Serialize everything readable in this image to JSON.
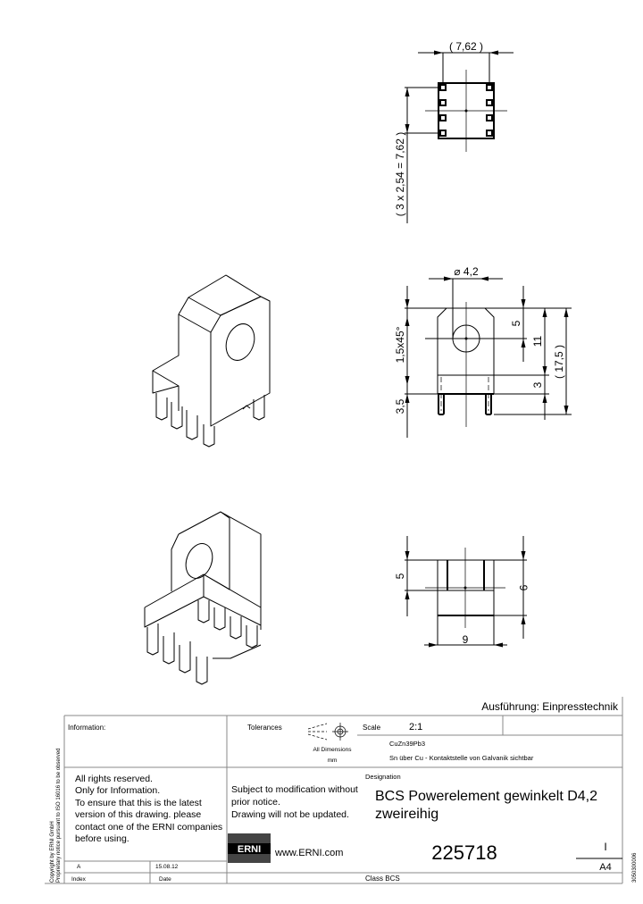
{
  "drawing": {
    "dimensions": {
      "top_width": "( 7,62 )",
      "top_pitch": "( 3 x 2,54 = 7,62 )",
      "hole_diameter": "⌀ 4,2",
      "chamfer": "1,5x45°",
      "pin_length": "3,5",
      "hole_height": "5",
      "body_height": "11",
      "lower_height": "3",
      "overall_height": "( 17,5 )",
      "bottom_depth": "5",
      "bottom_width": "9",
      "bottom_length": "9"
    }
  },
  "title_block": {
    "execution": "Ausführung: Einpresstechnik",
    "information_label": "Information:",
    "tolerances_label": "Tolerances",
    "all_dimensions": "All Dimensions",
    "unit": "mm",
    "scale_label": "Scale",
    "scale_value": "2:1",
    "material": "CuZn39Pb3",
    "surface": "Sn über Cu - Kontaktstelle von Galvanik sichtbar",
    "rights": [
      "All rights reserved.",
      "Only for Information.",
      "To ensure that this is the latest",
      "version of this drawing. please",
      "contact one of the ERNI companies",
      "before using."
    ],
    "modification": [
      "Subject to modification without",
      "prior notice.",
      "Drawing will not be updated."
    ],
    "designation_label": "Designation",
    "designation": [
      "BCS Powerelement gewinkelt D4,2",
      "zweireihig"
    ],
    "logo_text": "ERNI",
    "website": "www.ERNI.com",
    "part_number": "225718",
    "revision": "I",
    "format": "A4",
    "index_value": "A",
    "date_value": "15.08.12",
    "index_label": "Index",
    "date_label": "Date",
    "class": "Class BCS",
    "copyright": [
      "Copyright by ERNI GmbH",
      "Proprietary notice pursuant to ISO 16016 to be observed"
    ],
    "doc_code": "3050300006"
  }
}
